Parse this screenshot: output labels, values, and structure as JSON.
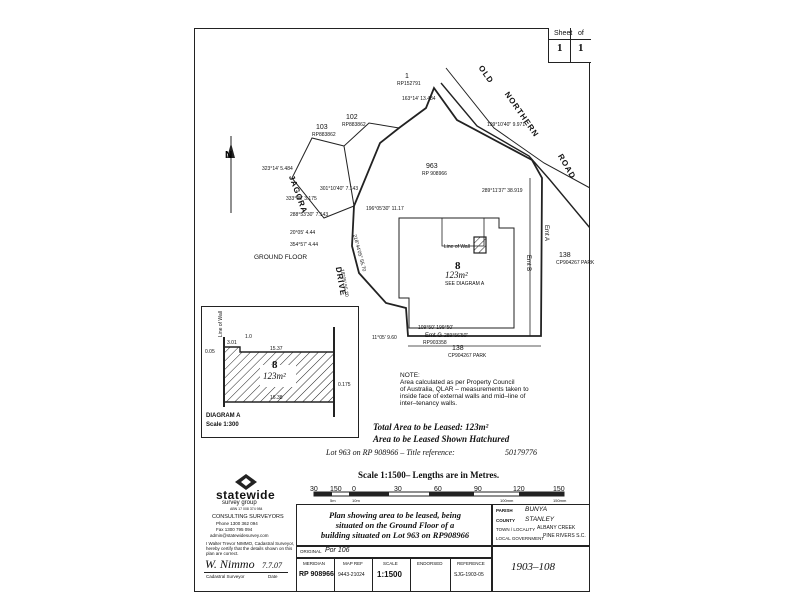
{
  "sheet": {
    "label": "Sheet",
    "of_label": "of",
    "number": "1",
    "total": "1"
  },
  "lots": {
    "lot_1": "1",
    "lot_1_plan": "RP152791",
    "lot_102": "102",
    "lot_102_plan": "RP883862",
    "lot_103": "103",
    "lot_103_plan": "RP883862",
    "lot_963": "963",
    "lot_963_plan": "RP 908966",
    "lot_138_right": "138",
    "lot_138_right_plan": "CP904267 PARK",
    "lot_138_bottom": "138",
    "lot_138_bottom_plan": "CP904267 PARK"
  },
  "roads": {
    "old": "OLD",
    "northern": "NORTHERN",
    "road": "ROAD",
    "jagora": "JAGORA",
    "drive": "DRIVE"
  },
  "easements": {
    "emt_a": "Emt A",
    "emt_b": "Emt B",
    "emt_g": "Emt G",
    "emt_g_plan": "RP903358"
  },
  "bearings": [
    "163°14' 13.484",
    "323°14' 5.484",
    "333°05' 3.175",
    "301°10'40\" 7.143",
    "289°11'37\" 38.919",
    "199°10'40\" 9.971",
    "196°05'30\" 11.17",
    "354°57' 4.44",
    "20°05' 4.44",
    "288°53'30\" 7.143",
    "218°44'05\" 55.70",
    "18°05' 55.70",
    "11°05' 9.60",
    "109°50' 199°50'",
    "289°56'50\""
  ],
  "main": {
    "lot_number": "8",
    "area": "123m²",
    "see_diagram": "SEE DIAGRAM A",
    "line_of_wall": "Line of Wall",
    "ground_floor": "GROUND FLOOR"
  },
  "diagram_a": {
    "title": "DIAGRAM A",
    "scale": "Scale 1:300",
    "lot_number": "8",
    "area": "123m²",
    "line_of_wall": "Line of Wall",
    "dims": {
      "top_left": "1.0",
      "left_vertical": "0.05",
      "top": "3.01",
      "top_right": "15.37",
      "bottom": "16.38",
      "right": "0.175"
    }
  },
  "note": {
    "heading": "NOTE:",
    "lines": [
      "Area calculated as per Property Council",
      "of Australia, QLAR – measurements taken to",
      "inside face of external walls and mid–line of",
      "inter–tenancy walls."
    ]
  },
  "totals": {
    "total_area": "Total Area to be Leased: 123m²",
    "hatched": "Area to be Leased Shown Hatchured",
    "lot_ref": "Lot 963 on RP 908966 – Title reference:",
    "title_ref": "50179776",
    "scale": "Scale 1:1500– Lengths are in Metres."
  },
  "scalebar": {
    "ticks": [
      "30",
      "150",
      "0",
      "30",
      "60",
      "90",
      "120",
      "150"
    ],
    "subticks": [
      "5m",
      "10m",
      "100mm",
      "150mm"
    ]
  },
  "company": {
    "name_line1": "statewide",
    "name_line2": "survey group",
    "abn": "ABN 17 008 374 984",
    "role": "CONSULTING SURVEYORS",
    "phone": "Phone 1300 362 094",
    "fax": "Fax 1300 795 094",
    "email": "admin@statewidesurvey.com",
    "cert_line1": "I Walter Trevor NIMMO, Cadastral Surveyor,",
    "cert_line2": "hereby certify that the details shown on this",
    "cert_line3": "plan are correct.",
    "signature": "W. Nimmo",
    "sig_date": "7.7.07",
    "cad_surveyor": "Cadastral Surveyor",
    "date_label": "Date"
  },
  "title_block": {
    "plan_line1": "Plan showing area to be leased, being",
    "plan_line2": "situated on the Ground Floor of a",
    "plan_line3": "building situated on Lot 963 on RP908966",
    "parish_label": "PARISH",
    "parish": "BUNYA",
    "county_label": "COUNTY",
    "county": "STANLEY",
    "town_label": "TOWN / LOCALITY",
    "town": "ALBANY CREEK",
    "lg_label": "LOCAL GOVERNMENT",
    "lg": "PINE RIVERS S.C.",
    "original_label": "ORIGINAL",
    "original": "Por 106",
    "meridian_label": "MERIDIAN",
    "meridian": "RP 908966",
    "mapref_label": "MAP REF",
    "mapref": "9443-21024",
    "scale_label": "SCALE",
    "scale": "1:1500",
    "endorsed_label": "ENDORSED",
    "endorsed": "",
    "reference_label": "REFERENCE",
    "reference": "SJG-1903-05",
    "drawing_no": "1903–108"
  }
}
